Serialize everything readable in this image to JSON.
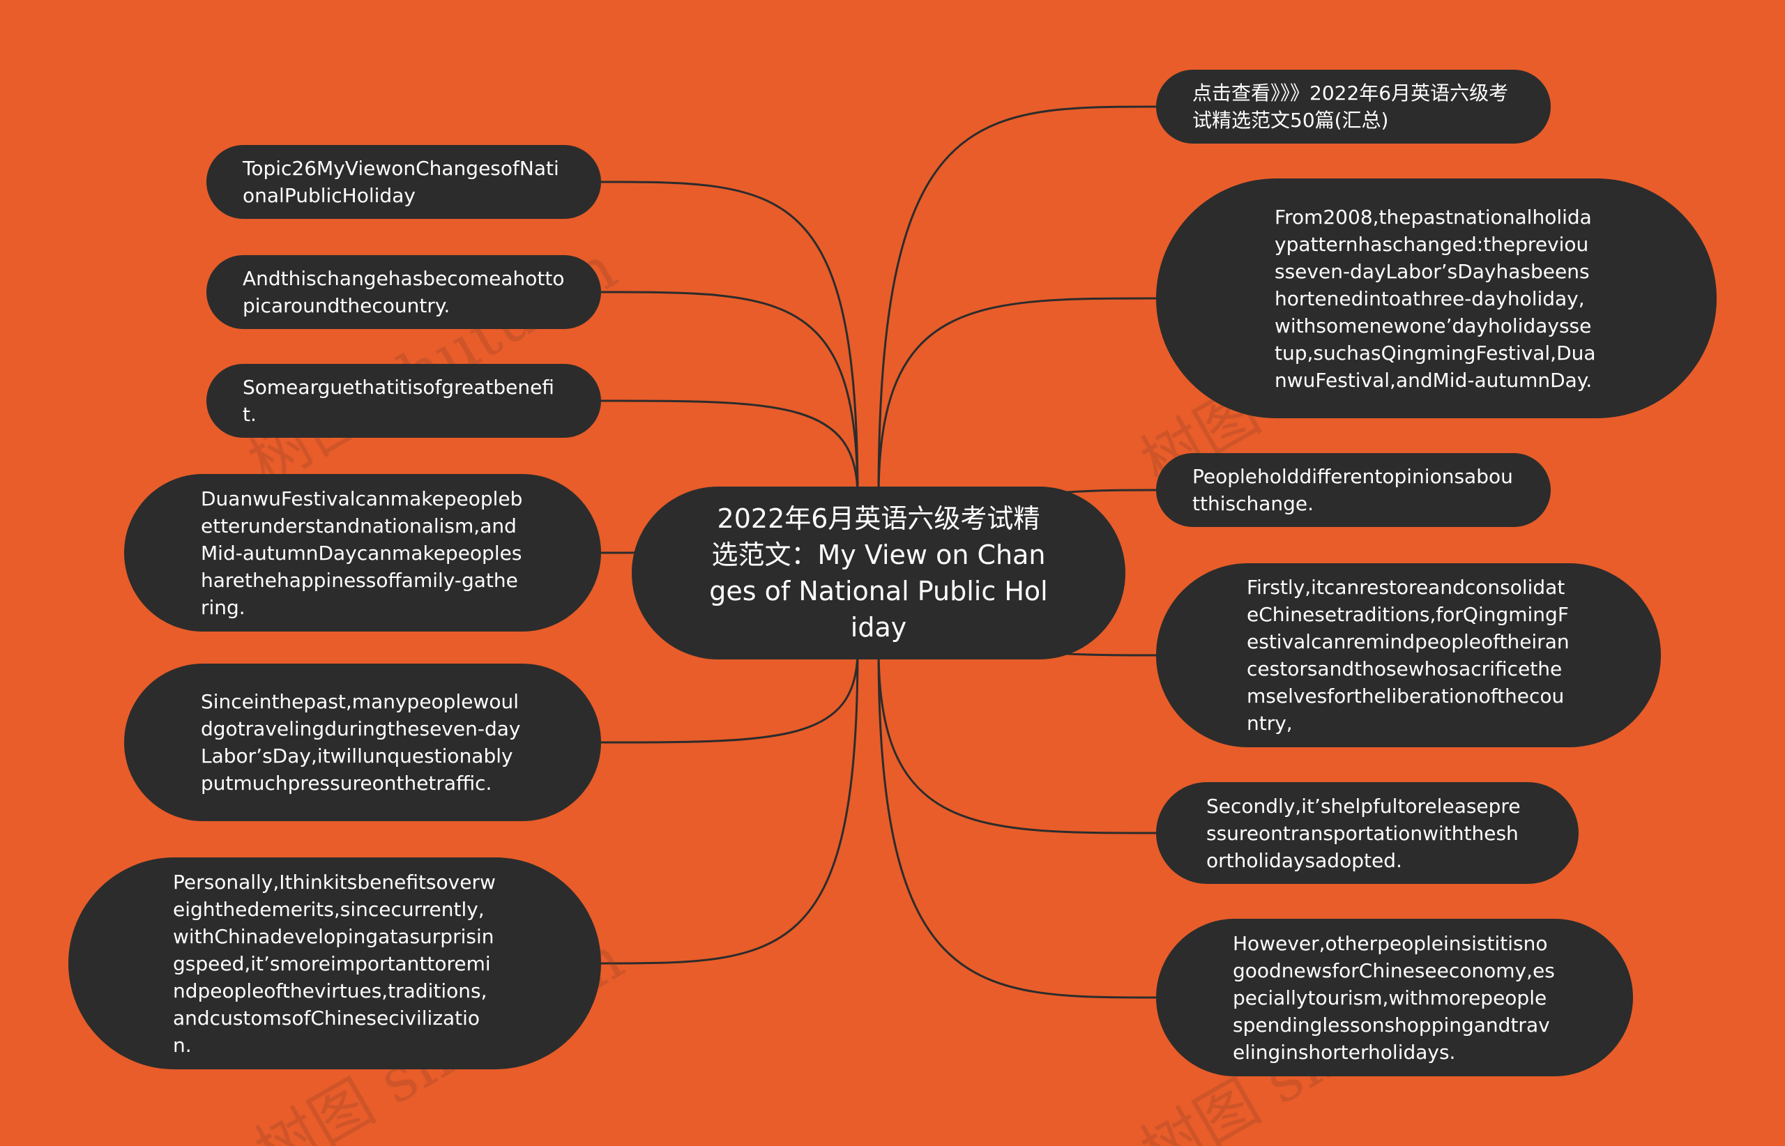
{
  "colors": {
    "background": "#E85D2A",
    "node_fill": "#2C2C2C",
    "node_text": "#FFFFFF",
    "link": "#2C2C2C"
  },
  "center": {
    "text": "2022年6月英语六级考试精选范文：My View on Changes of National Public Holiday"
  },
  "left_nodes": [
    {
      "text": "Topic26MyViewonChangesofNationalPublicHoliday"
    },
    {
      "text": "Andthischangehasbecomeahottopicaroundthecountry."
    },
    {
      "text": "Somearguethatitisofgreatbenefit."
    },
    {
      "text": "DuanwuFestivalcanmakepeoplebetterunderstandnationalism,andMid-autumnDaycanmakepeoplesharethehappinessoffamily-gathering."
    },
    {
      "text": "Sinceinthepast,manypeoplewouldgotravelingduringtheseven-dayLabor’sDay,itwillunquestionablyputmuchpressureonthetraffic."
    },
    {
      "text": "Personally,Ithinkitsbenefitsoverweighthedemerits,sincecurrently,withChinadevelopingatasurprisingspeed,it’smoreimportanttoremindpeopleofthevirtues,traditions,andcustomsofChinesecivilization."
    }
  ],
  "right_nodes": [
    {
      "text": "点击查看》》》2022年6月英语六级考试精选范文50篇(汇总)"
    },
    {
      "text": "From2008,thepastnationalholidaypatternhaschanged:thepreviousseven-dayLabor’sDayhasbeenshortenedintoathree-dayholiday,withsomenewone’dayholidayssetup,suchasQingmingFestival,DuanwuFestival,andMid-autumnDay."
    },
    {
      "text": "Peopleholddifferentopinionsaboutthischange."
    },
    {
      "text": "Firstly,itcanrestoreandconsolidateChinesetraditions,forQingmingFestivalcanremindpeopleoftheirancestorsandthosewhosacrificethemselvesfortheliberationofthecountry,"
    },
    {
      "text": "Secondly,it’shelpfultoreleasepressureontransportationwiththeshortholidaysadopted."
    },
    {
      "text": "However,otherpeopleinsistitisnogoodnewsforChineseeconomy,especiallytourism,withmorepeoplespendinglessonshoppingandtravelinginshorterholidays."
    }
  ],
  "watermark": {
    "text": "树图 shutu.cn"
  }
}
